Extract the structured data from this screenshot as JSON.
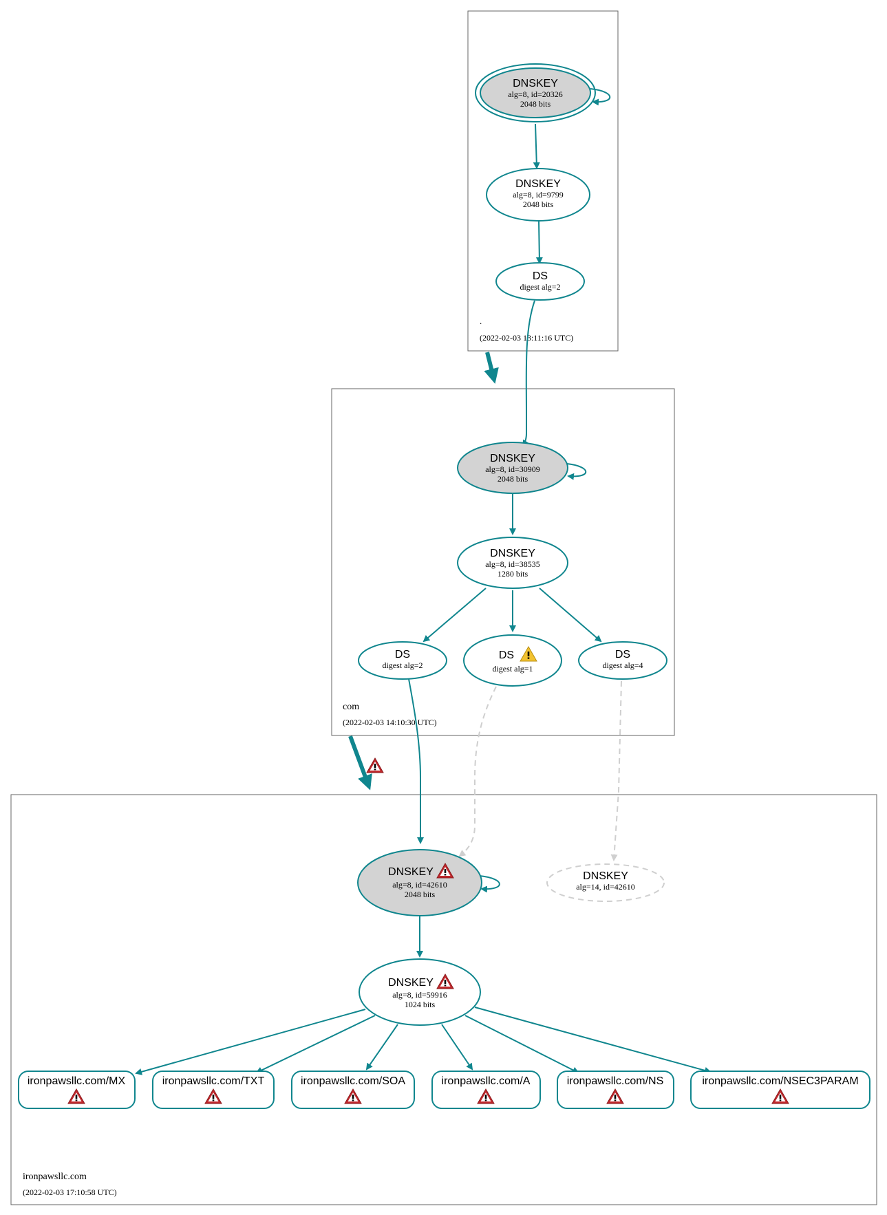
{
  "zones": {
    "root": {
      "name": ".",
      "timestamp": "(2022-02-03 13:11:16 UTC)"
    },
    "com": {
      "name": "com",
      "timestamp": "(2022-02-03 14:10:30 UTC)"
    },
    "ironpaw": {
      "name": "ironpawsllc.com",
      "timestamp": "(2022-02-03 17:10:58 UTC)"
    }
  },
  "nodes": {
    "root_ksk": {
      "title": "DNSKEY",
      "line1": "alg=8, id=20326",
      "line2": "2048 bits"
    },
    "root_zsk": {
      "title": "DNSKEY",
      "line1": "alg=8, id=9799",
      "line2": "2048 bits"
    },
    "root_ds": {
      "title": "DS",
      "line1": "digest alg=2"
    },
    "com_ksk": {
      "title": "DNSKEY",
      "line1": "alg=8, id=30909",
      "line2": "2048 bits"
    },
    "com_zsk": {
      "title": "DNSKEY",
      "line1": "alg=8, id=38535",
      "line2": "1280 bits"
    },
    "com_ds2": {
      "title": "DS",
      "line1": "digest alg=2"
    },
    "com_ds1": {
      "title": "DS",
      "line1": "digest alg=1"
    },
    "com_ds4": {
      "title": "DS",
      "line1": "digest alg=4"
    },
    "ip_ksk": {
      "title": "DNSKEY",
      "line1": "alg=8, id=42610",
      "line2": "2048 bits"
    },
    "ip_missing": {
      "title": "DNSKEY",
      "line1": "alg=14, id=42610"
    },
    "ip_zsk": {
      "title": "DNSKEY",
      "line1": "alg=8, id=59916",
      "line2": "1024 bits"
    }
  },
  "records": [
    "ironpawsllc.com/MX",
    "ironpawsllc.com/TXT",
    "ironpawsllc.com/SOA",
    "ironpawsllc.com/A",
    "ironpawsllc.com/NS",
    "ironpawsllc.com/NSEC3PARAM"
  ],
  "colors": {
    "edge": "#10868e",
    "ksk_fill": "#d3d3d3",
    "error": "#c0282c",
    "warning": "#f2c230",
    "dashed": "#cfcfcf"
  }
}
